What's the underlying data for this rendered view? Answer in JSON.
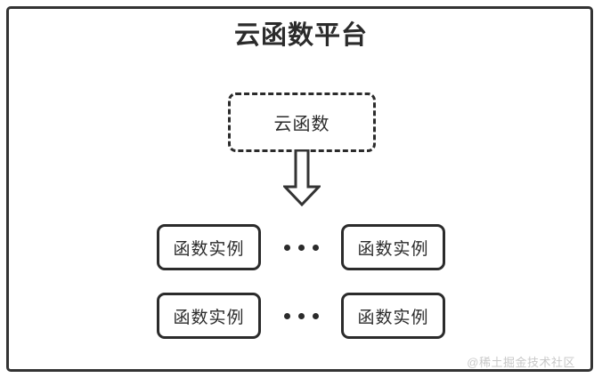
{
  "diagram": {
    "title": "云函数平台",
    "border_color": "#333333",
    "text_color": "#2b2b2b",
    "background": "#ffffff",
    "function_box": {
      "label": "云函数",
      "style": "dashed"
    },
    "arrow": {
      "direction": "down",
      "style": "hollow-block"
    },
    "instance_rows": [
      {
        "left_label": "函数实例",
        "ellipsis": "•••",
        "right_label": "函数实例"
      },
      {
        "left_label": "函数实例",
        "ellipsis": "•••",
        "right_label": "函数实例"
      }
    ],
    "watermark": {
      "text": "@稀土掘金技术社区",
      "color": "#c8c8c8"
    }
  }
}
